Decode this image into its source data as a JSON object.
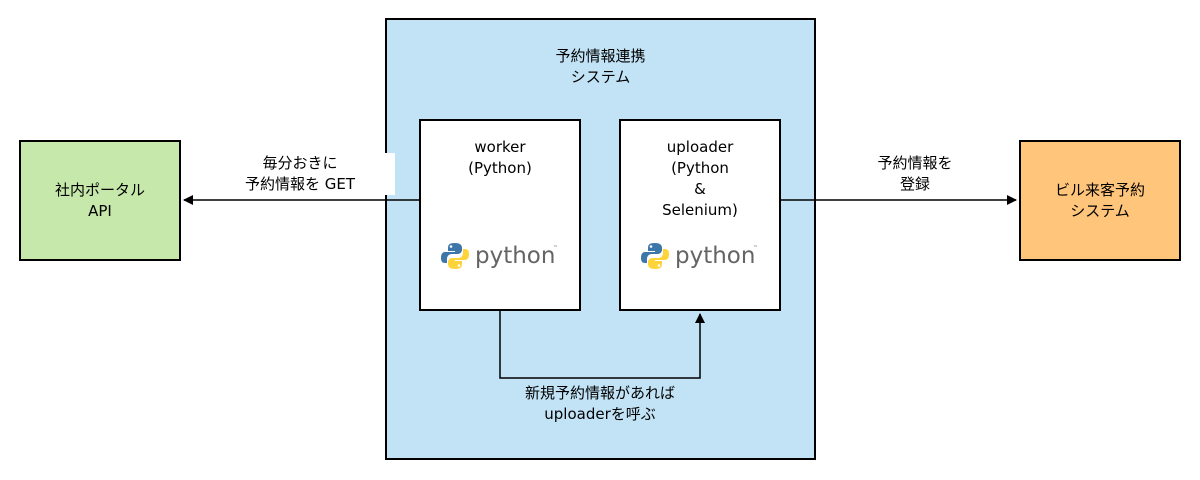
{
  "system": {
    "title_line1": "予約情報連携",
    "title_line2": "システム"
  },
  "portal": {
    "line1": "社内ポータル",
    "line2": "API"
  },
  "bill": {
    "line1": "ビル来客予約",
    "line2": "システム"
  },
  "worker": {
    "line1": "worker",
    "line2": "(Python)",
    "logo_text": "python"
  },
  "uploader": {
    "line1": "uploader",
    "line2": "(Python",
    "line3": "&",
    "line4": "Selenium)",
    "logo_text": "python"
  },
  "edges": {
    "fetch_line1": "毎分おきに",
    "fetch_line2": "予約情報を GET",
    "register_line1": "予約情報を",
    "register_line2": "登録",
    "call_line1": "新規予約情報があれば",
    "call_line2": "uploaderを呼ぶ"
  },
  "colors": {
    "system_fill": "#c2e3f6",
    "portal_fill": "#c6e8aa",
    "bill_fill": "#ffc57b",
    "python_blue": "#3d77a9",
    "python_yellow": "#ffd43b",
    "python_text": "#646464"
  }
}
